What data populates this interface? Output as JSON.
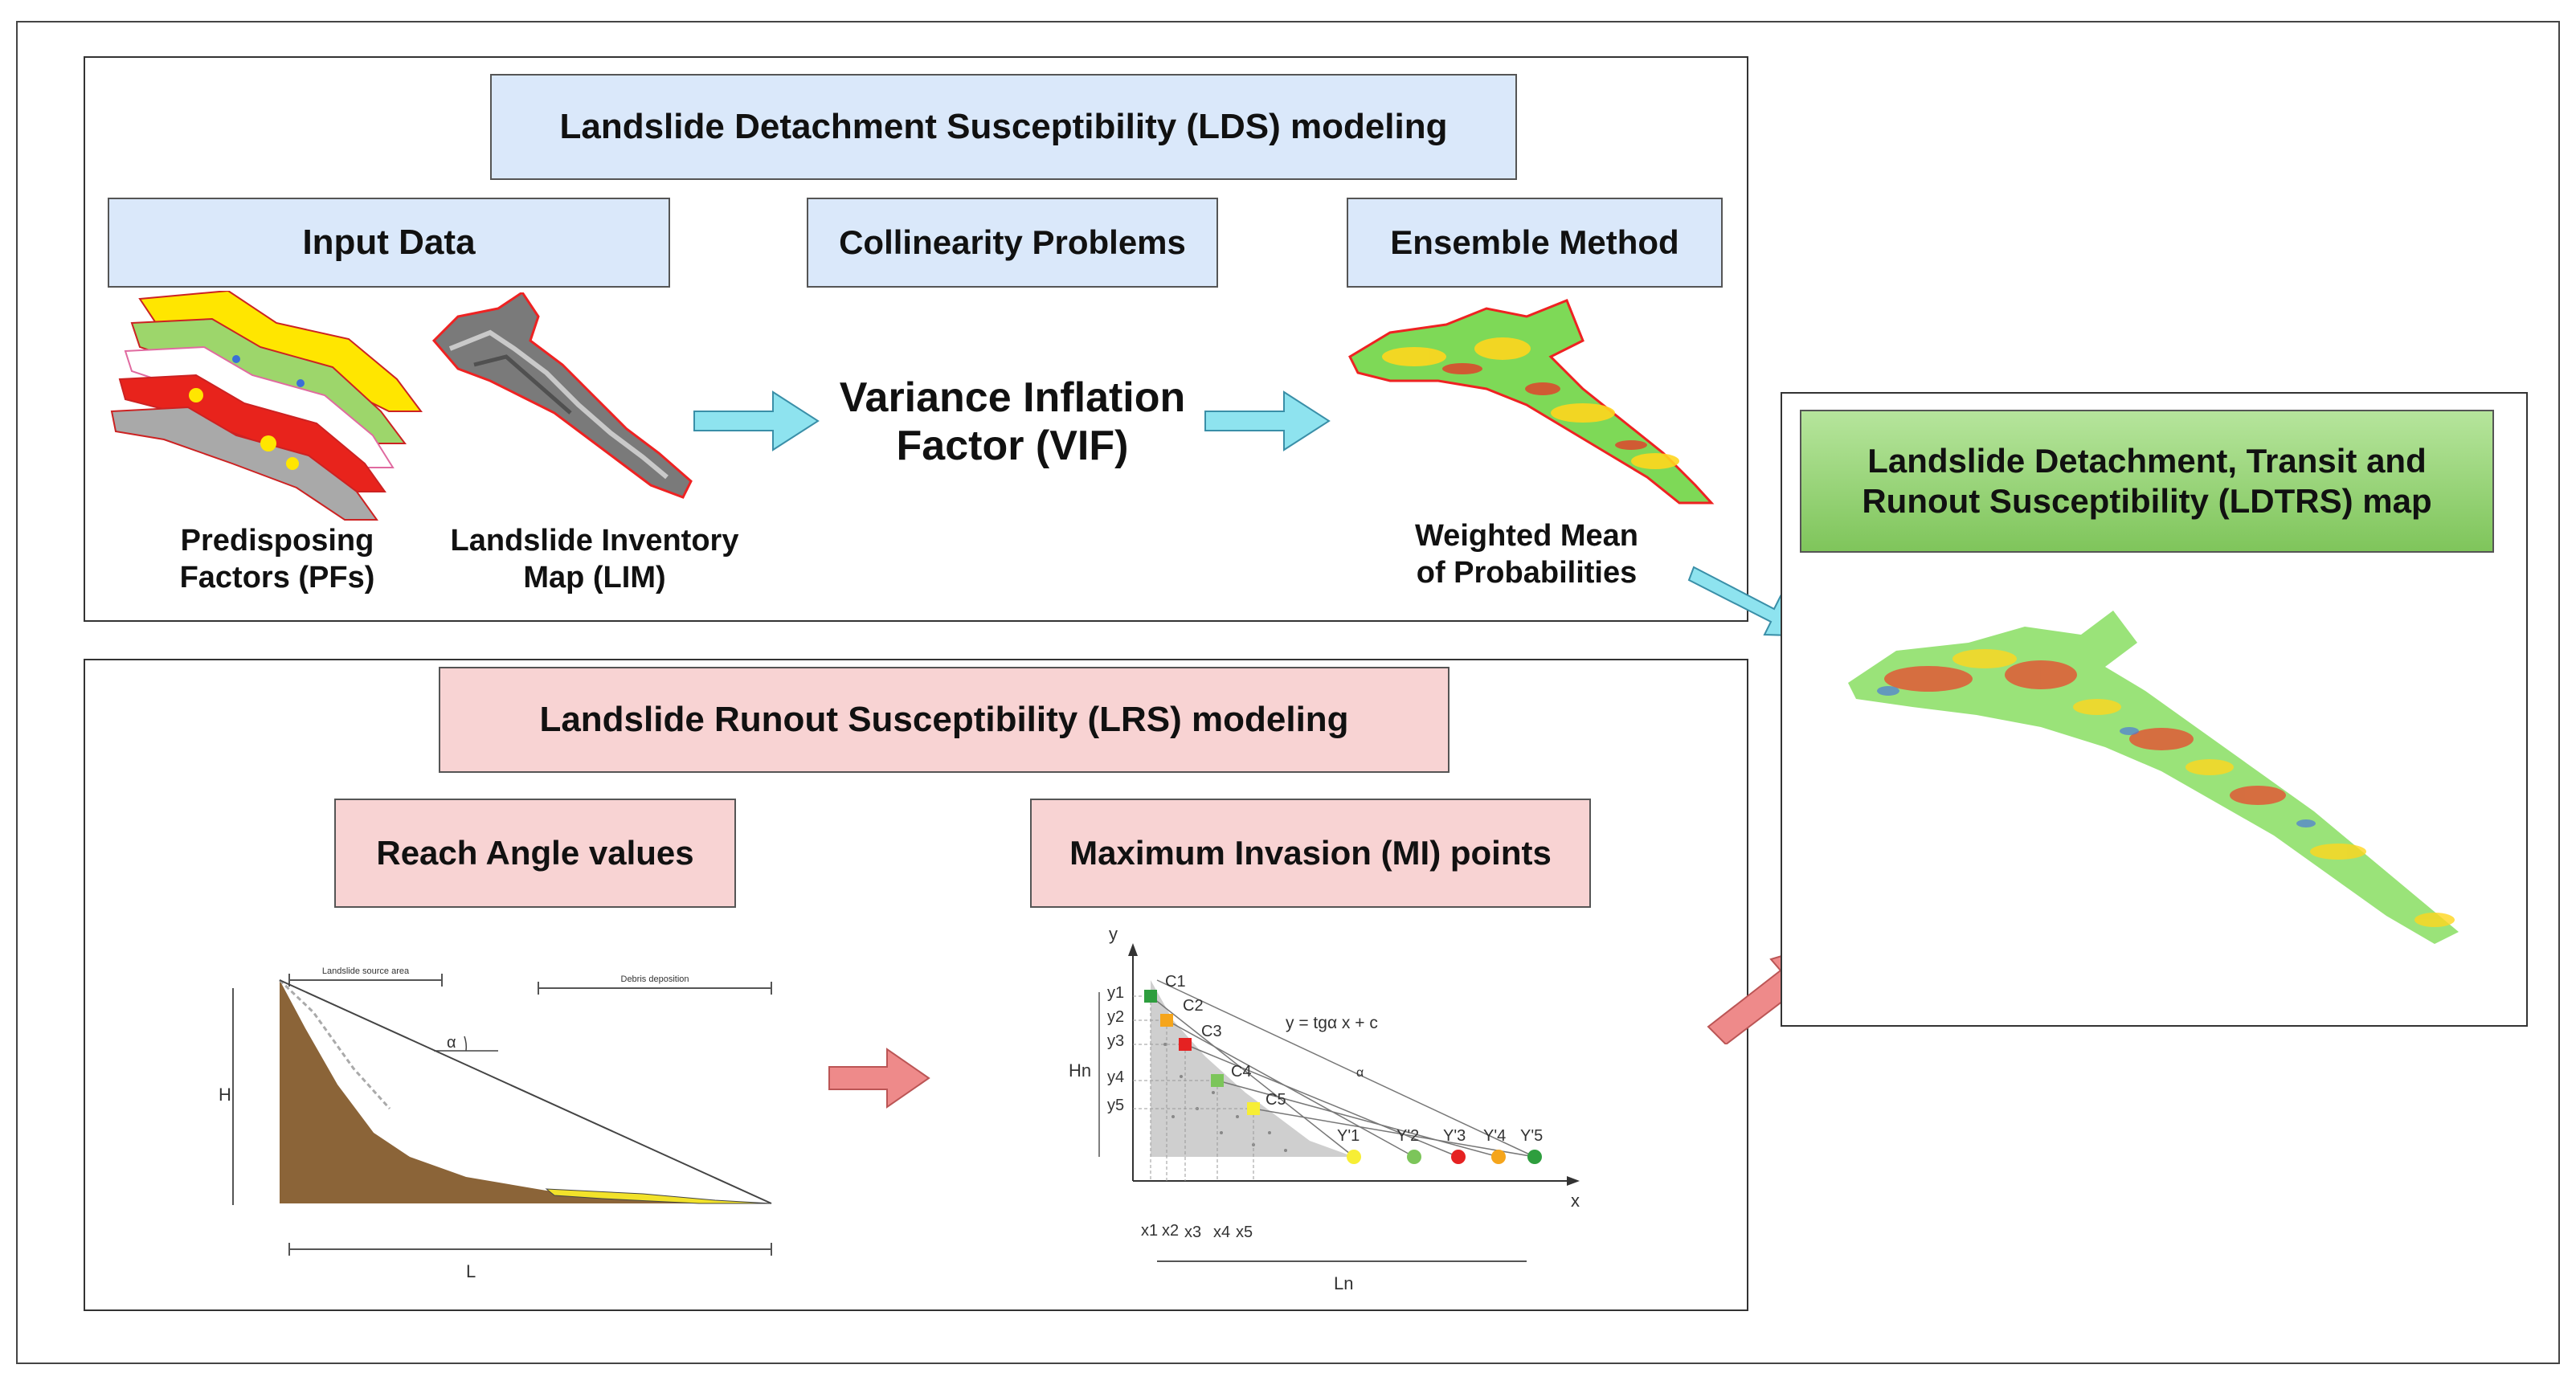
{
  "lds": {
    "title": "Landslide Detachment Susceptibility (LDS) modeling",
    "input_header": "Input Data",
    "collinearity_header": "Collinearity Problems",
    "ensemble_header": "Ensemble Method",
    "pf_label": [
      "Predisposing",
      "Factors (PFs)"
    ],
    "lim_label": [
      "Landslide Inventory",
      "Map (LIM)"
    ],
    "vif_label": [
      "Variance Inflation",
      "Factor (VIF)"
    ],
    "wmp_label": [
      "Weighted Mean",
      "of Probabilities"
    ]
  },
  "lrs": {
    "title": "Landslide Runout Susceptibility (LRS) modeling",
    "reach_header": "Reach Angle values",
    "mi_header": "Maximum Invasion (MI) points",
    "reach_diagram": {
      "source_area": "Landslide source area",
      "debris": "Debris deposition",
      "height": "H",
      "length": "L",
      "angle": "α"
    },
    "mi_diagram": {
      "y_axis": "y",
      "x_axis": "x",
      "hn": "Hn",
      "ln": "Ln",
      "equation": "y = tgα x + c",
      "alpha": "α",
      "c": [
        "C1",
        "C2",
        "C3",
        "C4",
        "C5"
      ],
      "yl": [
        "y1",
        "y2",
        "y3",
        "y4",
        "y5"
      ],
      "xl": [
        "x1",
        "x2",
        "x3",
        "x4",
        "x5"
      ],
      "yp": [
        "Y'1",
        "Y'2",
        "Y'3",
        "Y'4",
        "Y'5"
      ]
    }
  },
  "ldtrs": {
    "title": [
      "Landslide Detachment, Transit and",
      "Runout Susceptibility (LDTRS) map"
    ]
  },
  "colors": {
    "blue_header": "#dae8fa",
    "pink_header": "#f8d3d3",
    "green_header": "#8fd06a",
    "cyan_arrow": "#8ee3ef",
    "pink_arrow": "#ee8a8a",
    "soil": "#8b6438",
    "debris": "#f2e22a"
  }
}
